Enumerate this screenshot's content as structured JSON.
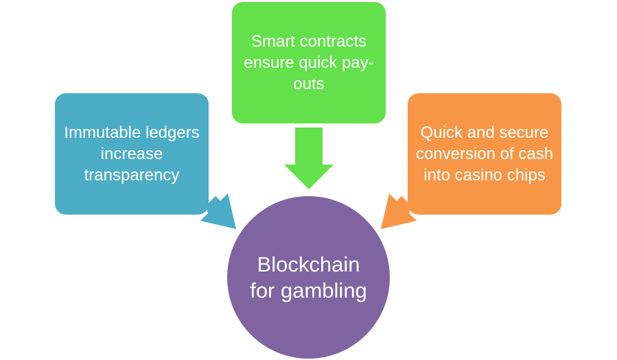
{
  "diagram": {
    "center": {
      "label": "Blockchain for gambling",
      "color": "#8064a2"
    },
    "nodes": {
      "left": {
        "label": "Immutable ledgers increase transparency",
        "color": "#4bacc6"
      },
      "top": {
        "label": "Smart contracts ensure quick pay-outs",
        "color": "#63e04b"
      },
      "right": {
        "label": "Quick and secure conversion of cash into casino chips",
        "color": "#f79646"
      }
    }
  }
}
